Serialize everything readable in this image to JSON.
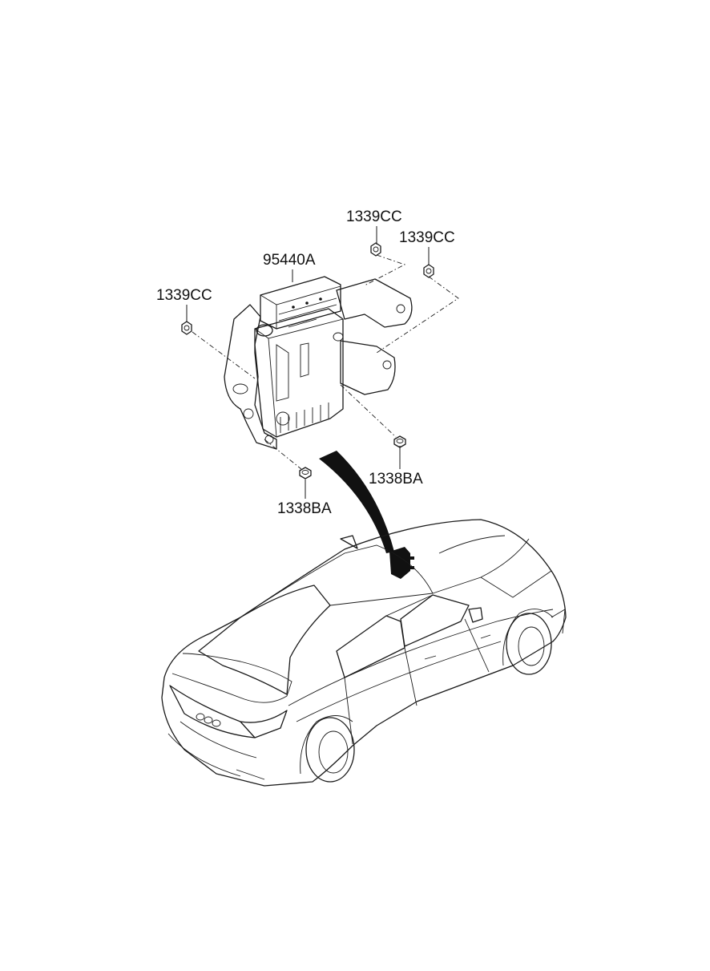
{
  "labels": {
    "module": "95440A",
    "nut_top_1": "1339CC",
    "nut_top_2": "1339CC",
    "nut_left": "1339CC",
    "bolt_right": "1338BA",
    "bolt_bottom": "1338BA"
  },
  "icons": [
    "control-module",
    "mounting-bracket",
    "nut",
    "bolt",
    "sedan-car",
    "location-arrow"
  ]
}
